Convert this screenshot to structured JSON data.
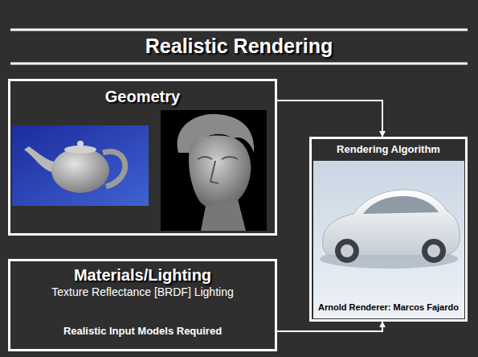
{
  "diagram": {
    "title": "Realistic Rendering",
    "nodes": [
      {
        "text": [
          "Geometry"
        ]
      },
      {
        "text": [
          "Rendering Algorithm",
          "Arnold Renderer: Marcos Fajardo"
        ]
      },
      {
        "text": [
          "Materials/Lighting",
          "Texture Reflectance [BRDF] Lighting",
          "Realistic Input Models Required"
        ]
      }
    ],
    "edges": [
      {
        "from": 0,
        "to": 1,
        "arrow": "to"
      },
      {
        "from": 2,
        "to": 1,
        "arrow": "to"
      }
    ]
  }
}
